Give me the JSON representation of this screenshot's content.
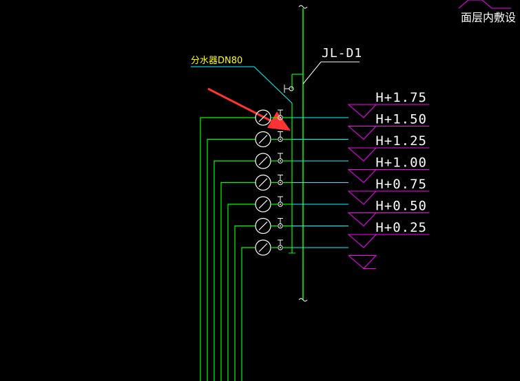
{
  "drawing": {
    "top_note": "面层内敷设",
    "riser_label": "JL-D1",
    "manifold_label": "分水器DN80",
    "level_labels": [
      "H+1.75",
      "H+1.50",
      "H+1.25",
      "H+1.00",
      "H+0.75",
      "H+0.50",
      "H+0.25"
    ],
    "branch_count": 7,
    "colors": {
      "background": "#000000",
      "pipe": "#00ff00",
      "branch": "#00ffff",
      "level_mark": "#ff00ff",
      "text": "#ffffff",
      "manifold_text": "#ffff00",
      "leader": "#00ffff",
      "arrow": "#ff3333"
    }
  }
}
